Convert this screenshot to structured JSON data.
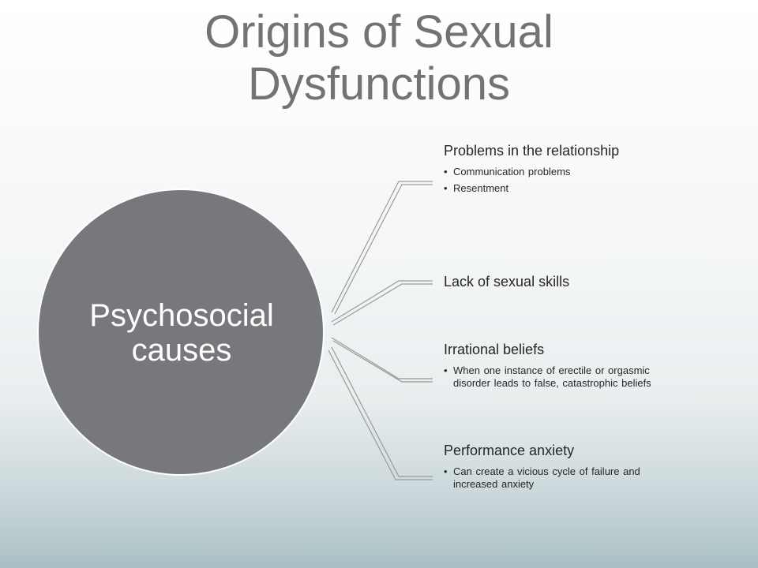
{
  "slide": {
    "title_line1": "Origins of Sexual",
    "title_line2": "Dysfunctions"
  },
  "center": {
    "line1": "Psychosocial",
    "line2": "causes"
  },
  "branches": [
    {
      "title": "Problems in the relationship",
      "bullets": [
        "Communication problems",
        "Resentment"
      ]
    },
    {
      "title": "Lack of sexual skills",
      "bullets": []
    },
    {
      "title": "Irrational beliefs",
      "bullets": [
        "When one instance of erectile or orgasmic disorder leads to false, catastrophic beliefs"
      ]
    },
    {
      "title": "Performance anxiety",
      "bullets": [
        "Can create a vicious cycle of failure and increased anxiety"
      ]
    }
  ],
  "colors": {
    "title": "#727376",
    "circle_fill": "#77787b",
    "circle_stroke": "#ffffff",
    "connector": "#9a9a9a",
    "text": "#262626"
  },
  "icons": {
    "bullet": "•"
  }
}
